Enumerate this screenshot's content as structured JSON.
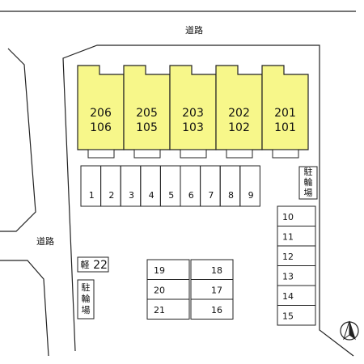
{
  "roads": {
    "top_label": "道路",
    "left_label": "道路"
  },
  "colors": {
    "building_fill": "#f7f78a",
    "line": "#222222",
    "background": "#ffffff"
  },
  "buildings": [
    {
      "upper": "206",
      "lower": "106"
    },
    {
      "upper": "205",
      "lower": "105"
    },
    {
      "upper": "203",
      "lower": "103"
    },
    {
      "upper": "202",
      "lower": "102"
    },
    {
      "upper": "201",
      "lower": "101"
    }
  ],
  "parking_row_top": [
    "1",
    "2",
    "3",
    "4",
    "5",
    "6",
    "7",
    "8",
    "9"
  ],
  "parking_column_right": [
    "10",
    "11",
    "12",
    "13",
    "14",
    "15"
  ],
  "parking_block_left": [
    "19",
    "20",
    "21"
  ],
  "parking_block_right": [
    "18",
    "17",
    "16"
  ],
  "kei_space": {
    "prefix": "軽",
    "number": "22"
  },
  "bicycle_parking": {
    "label_right": "駐\n輪\n場",
    "label_left": "駐\n輪\n場"
  },
  "compass": {
    "icon": "north-arrow-icon"
  }
}
